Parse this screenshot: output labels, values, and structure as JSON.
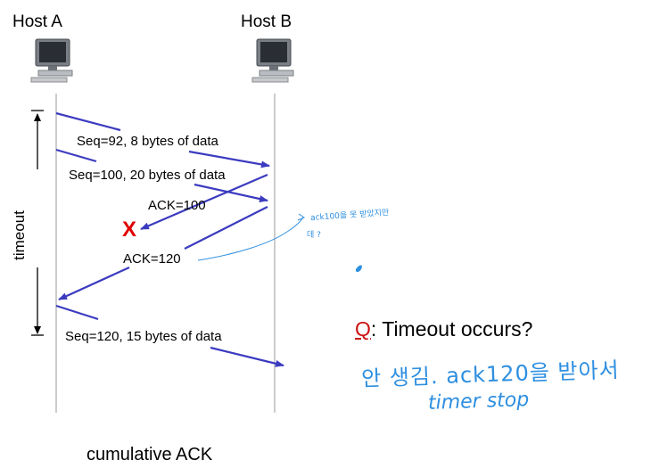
{
  "hosts": {
    "a_label": "Host A",
    "b_label": "Host B"
  },
  "timeout_label": "timeout",
  "segments": {
    "seg1": "Seq=92, 8 bytes of data",
    "seg2": "Seq=100, 20 bytes of data",
    "ack1": "ACK=100",
    "ack2": "ACK=120",
    "seg3": "Seq=120,  15 bytes of data"
  },
  "lost_marker": "X",
  "question": {
    "q_letter": "Q",
    "rest": ": Timeout occurs?"
  },
  "handwriting": {
    "note_line1": "ack100을 못 받았지만",
    "note_line2": "데 ?",
    "answer_line1": "안 생김. ack120을 받아서",
    "answer_line2": "timer stop"
  },
  "caption": "cumulative ACK",
  "colors": {
    "arrow": "#3b3bc0",
    "lost": "#e00000",
    "handwriting": "#2e8fe0"
  }
}
